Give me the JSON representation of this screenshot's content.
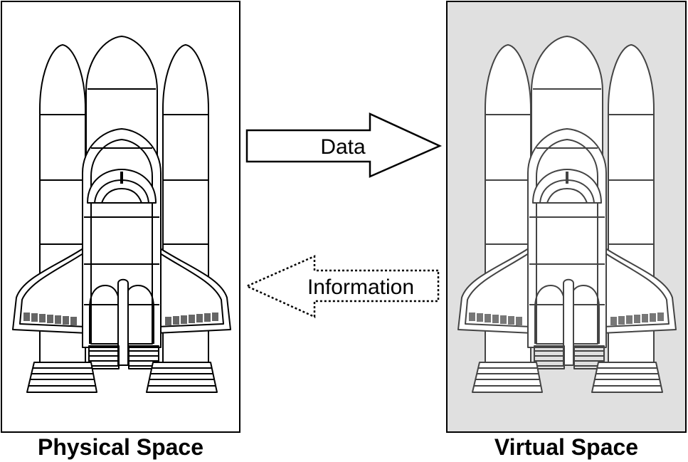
{
  "physical": {
    "caption": "Physical Space",
    "background": "#ffffff",
    "stroke": "#000000"
  },
  "virtual": {
    "caption": "Virtual Space",
    "background": "#e0e0e0",
    "stroke": "#333333"
  },
  "flows": [
    {
      "label": "Data",
      "direction": "physical-to-virtual",
      "line_style": "solid"
    },
    {
      "label": "Information",
      "direction": "virtual-to-physical",
      "line_style": "dotted"
    }
  ],
  "illustration": "space-shuttle-icon"
}
